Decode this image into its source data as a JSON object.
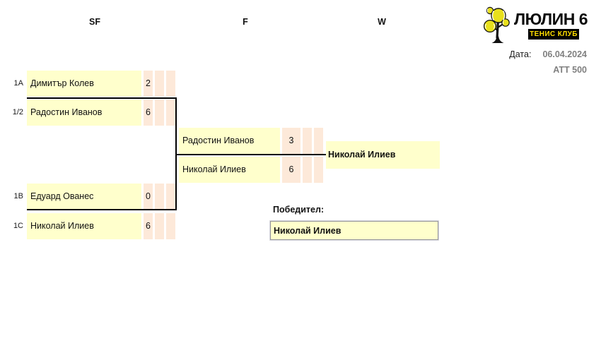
{
  "round_headers": {
    "sf": "SF",
    "f": "F",
    "w": "W"
  },
  "club": {
    "name": "ЛЮЛИН 6",
    "tagline": "ТЕНИС КЛУБ"
  },
  "info": {
    "date_label": "Дата:",
    "date": "06.04.2024",
    "tour": "ATT 500"
  },
  "bracket": {
    "sf1": {
      "top": {
        "seed": "1A",
        "name": "Димитър Колев",
        "score": "2"
      },
      "bottom": {
        "seed": "1/2",
        "name": "Радостин Иванов",
        "score": "6"
      }
    },
    "sf2": {
      "top": {
        "seed": "1B",
        "name": "Едуард Ованес",
        "score": "0"
      },
      "bottom": {
        "seed": "1C",
        "name": "Николай Илиев",
        "score": "6"
      }
    },
    "final": {
      "top": {
        "name": "Радостин Иванов",
        "score": "3"
      },
      "bottom": {
        "name": "Николай Илиев",
        "score": "6"
      },
      "winner": "Николай Илиев"
    }
  },
  "result": {
    "label": "Победител:",
    "winner": "Николай Илиев"
  },
  "colors": {
    "cell_yellow": "#FFFFCC",
    "cell_peach": "#FDE9D9",
    "bracket_line": "#000000",
    "muted_gray": "#808080",
    "logo_ball_yellow": "#E8E01C",
    "tagline_yellow": "#FFDE00",
    "tagline_bg": "#000000",
    "result_box_border": "#94949c"
  }
}
